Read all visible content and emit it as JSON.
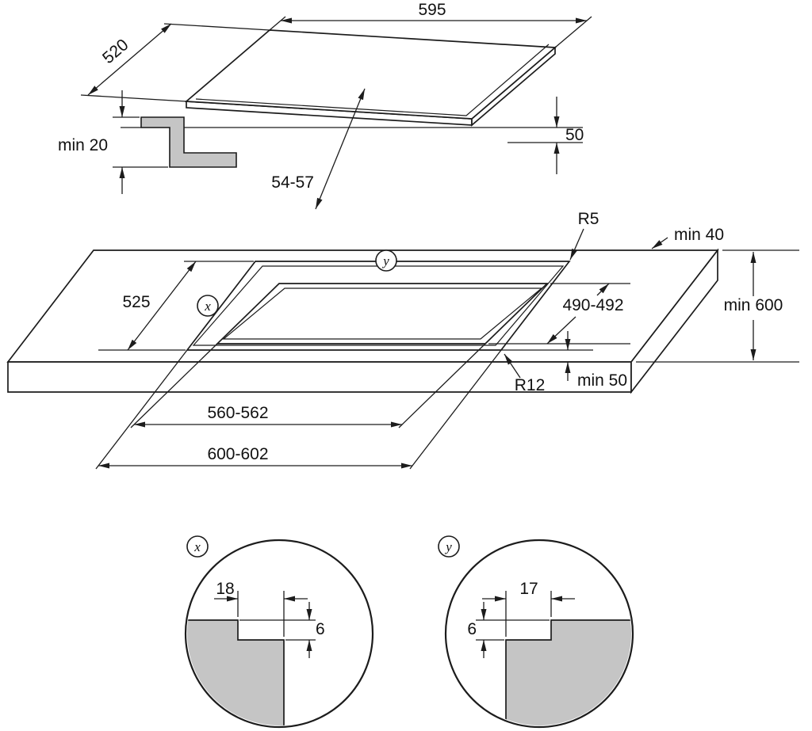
{
  "colors": {
    "line": "#1c1c1c",
    "material": "#c5c5c5",
    "background": "#ffffff"
  },
  "hob_view": {
    "width": "595",
    "depth": "520",
    "mounting_clearance": "min 20",
    "height": "50",
    "installed_depth": "54-57"
  },
  "worktop_view": {
    "marker_x": "x",
    "marker_y": "y",
    "rear_corner_radius": "R5",
    "rear_clearance": "min 40",
    "recess_depth": "525",
    "cutout_depth": "490-492",
    "worktop_depth": "min 600",
    "cutout_corner_radius": "R12",
    "front_clearance": "min 50",
    "cutout_width": "560-562",
    "recess_width": "600-602"
  },
  "detail_x": {
    "label": "x",
    "ledge_width": "18",
    "recess_height": "6"
  },
  "detail_y": {
    "label": "y",
    "ledge_width": "17",
    "recess_height": "6"
  }
}
